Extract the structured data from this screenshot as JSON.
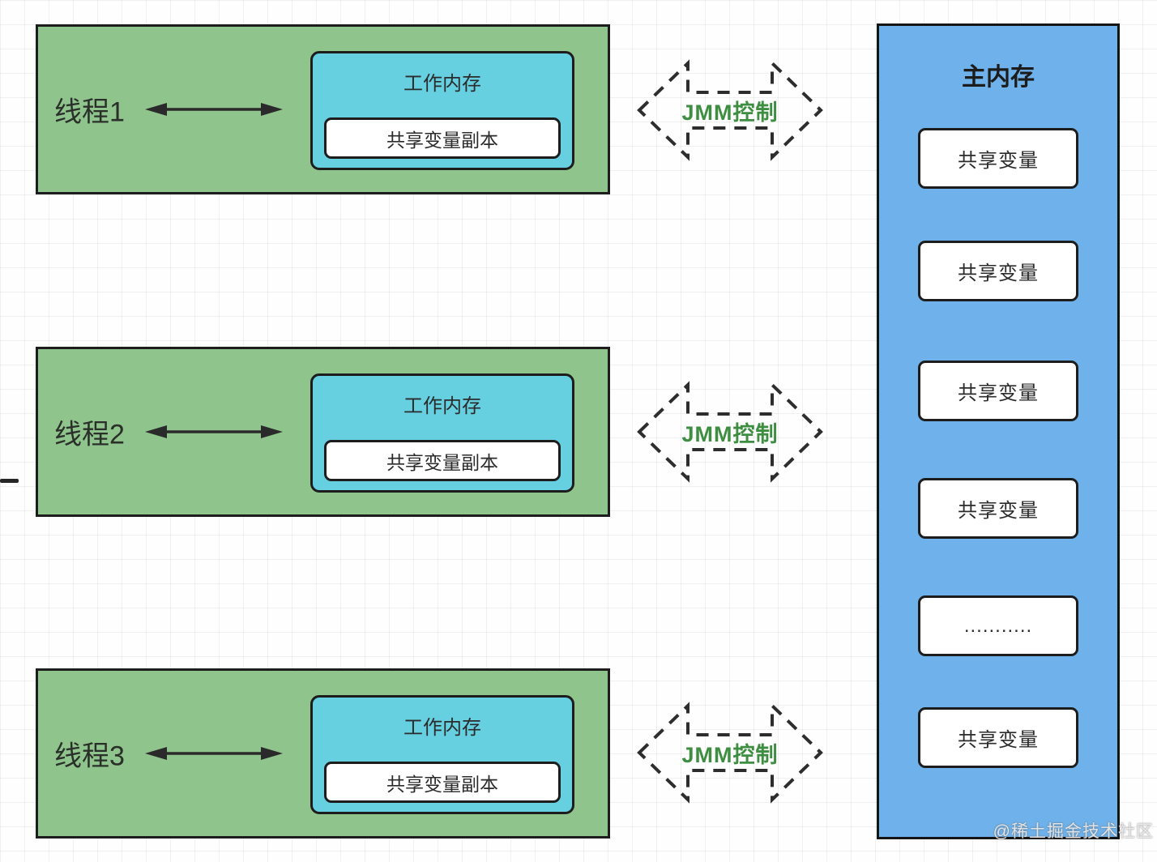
{
  "threads": [
    {
      "label": "线程1",
      "work_memory_title": "工作内存",
      "copy_label": "共享变量副本"
    },
    {
      "label": "线程2",
      "work_memory_title": "工作内存",
      "copy_label": "共享变量副本"
    },
    {
      "label": "线程3",
      "work_memory_title": "工作内存",
      "copy_label": "共享变量副本"
    }
  ],
  "jmm_arrows": [
    {
      "label": "JMM控制"
    },
    {
      "label": "JMM控制"
    },
    {
      "label": "JMM控制"
    }
  ],
  "main_memory": {
    "title": "主内存",
    "cells": [
      "共享变量",
      "共享变量",
      "共享变量",
      "共享变量",
      "...........",
      "共享变量"
    ]
  },
  "watermark": "@稀土掘金技术社区",
  "colors": {
    "thread_panel": "#8fc48c",
    "work_memory": "#66cfe0",
    "main_memory": "#6fb1ea",
    "jmm_label": "#3e8e41",
    "outline": "#1d1d1d"
  }
}
